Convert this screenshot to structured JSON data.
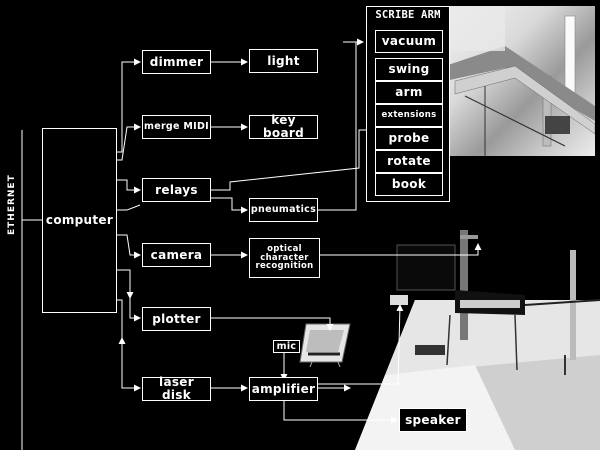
{
  "diagram": {
    "bus_label": "ETHERNET",
    "computer": "computer",
    "scribe_arm": {
      "title": "SCRIBE ARM",
      "items": [
        "vacuum",
        "swing",
        "arm",
        "extensions",
        "probe",
        "rotate",
        "book"
      ]
    },
    "outputs": {
      "dimmer": "dimmer",
      "light": "light",
      "merge_midi": "merge MIDI",
      "keyboard": "key board",
      "relays": "relays",
      "pneumatics": "pneumatics",
      "camera": "camera",
      "ocr": "optical character recognition",
      "plotter": "plotter",
      "laser_disk": "laser disk",
      "mic": "mic",
      "amplifier": "amplifier",
      "speaker": "speaker"
    }
  }
}
